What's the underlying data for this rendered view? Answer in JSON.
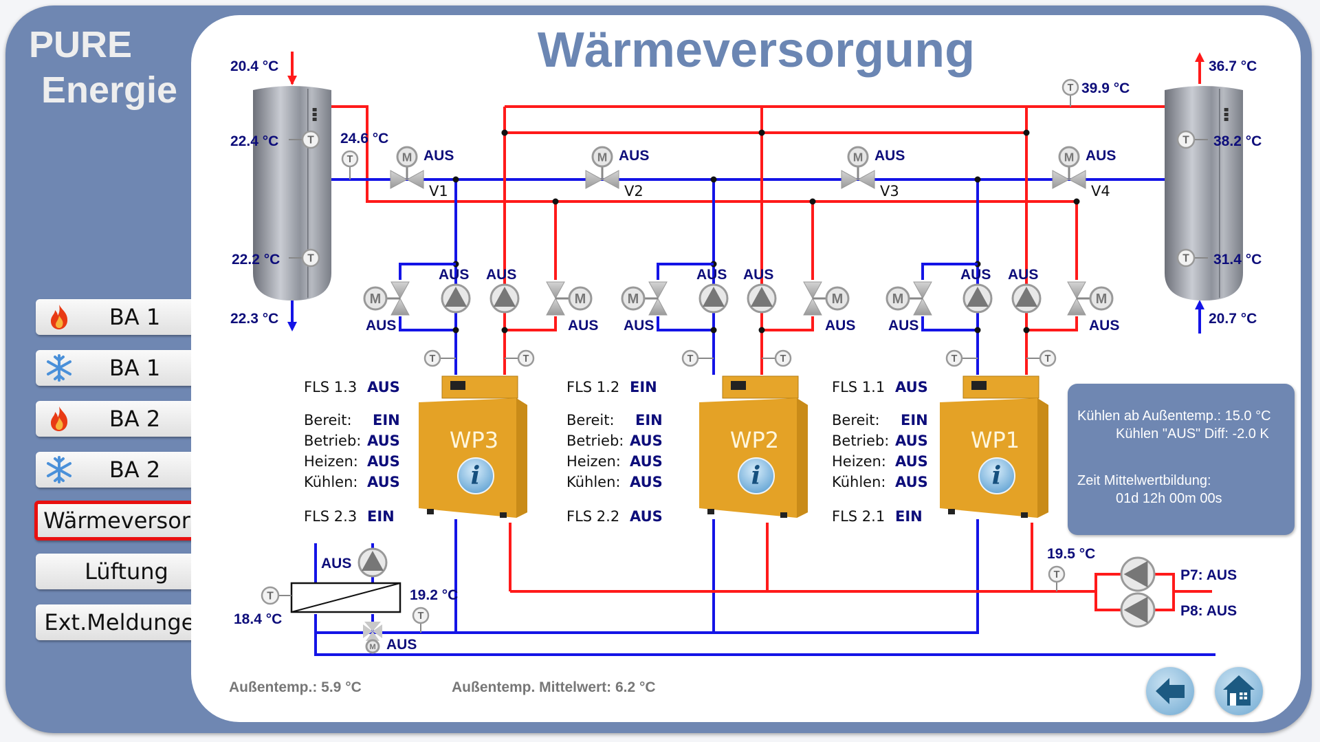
{
  "brand": {
    "line1": "PURE",
    "line2": "Energie"
  },
  "title": "Wärmeversorgung",
  "nav": [
    {
      "label": "BA 1",
      "icon": "fire-icon",
      "active": false
    },
    {
      "label": "BA 1",
      "icon": "snowflake-icon",
      "active": false
    },
    {
      "label": "BA 2",
      "icon": "fire-icon",
      "active": false
    },
    {
      "label": "BA 2",
      "icon": "snowflake-icon",
      "active": false
    },
    {
      "label": "Wärmeversorg.",
      "icon": null,
      "active": true
    },
    {
      "label": "Lüftung",
      "icon": null,
      "active": false
    },
    {
      "label": "Ext.Meldungen",
      "icon": null,
      "active": false
    }
  ],
  "tank_left": {
    "inlet_top": "20.4 °C",
    "sensor_top": "22.4 °C",
    "sensor_bottom": "22.2 °C",
    "outlet_bottom": "22.3 °C",
    "flow_temp": "24.6 °C"
  },
  "tank_right": {
    "outlet_top": "36.7 °C",
    "header_temp": "39.9 °C",
    "sensor_top": "38.2 °C",
    "sensor_bottom": "31.4 °C",
    "inlet_bottom": "20.7 °C"
  },
  "valves": [
    {
      "name": "V1",
      "state": "AUS"
    },
    {
      "name": "V2",
      "state": "AUS"
    },
    {
      "name": "V3",
      "state": "AUS"
    },
    {
      "name": "V4",
      "state": "AUS"
    }
  ],
  "heatpump_groups": [
    {
      "name": "WP3",
      "mixer_cold_state": "AUS",
      "pump_cold_state": "AUS",
      "pump_hot_state": "AUS",
      "mixer_hot_state": "AUS",
      "fls1_label": "FLS 1.3",
      "fls1": "AUS",
      "status": [
        {
          "label": "Bereit:",
          "value": "EIN"
        },
        {
          "label": "Betrieb:",
          "value": "AUS"
        },
        {
          "label": "Heizen:",
          "value": "AUS"
        },
        {
          "label": "Kühlen:",
          "value": "AUS"
        }
      ],
      "fls2_label": "FLS 2.3",
      "fls2": "EIN"
    },
    {
      "name": "WP2",
      "mixer_cold_state": "AUS",
      "pump_cold_state": "AUS",
      "pump_hot_state": "AUS",
      "mixer_hot_state": "AUS",
      "fls1_label": "FLS 1.2",
      "fls1": "EIN",
      "status": [
        {
          "label": "Bereit:",
          "value": "EIN"
        },
        {
          "label": "Betrieb:",
          "value": "AUS"
        },
        {
          "label": "Heizen:",
          "value": "AUS"
        },
        {
          "label": "Kühlen:",
          "value": "AUS"
        }
      ],
      "fls2_label": "FLS 2.2",
      "fls2": "AUS"
    },
    {
      "name": "WP1",
      "mixer_cold_state": "AUS",
      "pump_cold_state": "AUS",
      "pump_hot_state": "AUS",
      "mixer_hot_state": "AUS",
      "fls1_label": "FLS 1.1",
      "fls1": "AUS",
      "status": [
        {
          "label": "Bereit:",
          "value": "EIN"
        },
        {
          "label": "Betrieb:",
          "value": "AUS"
        },
        {
          "label": "Heizen:",
          "value": "AUS"
        },
        {
          "label": "Kühlen:",
          "value": "AUS"
        }
      ],
      "fls2_label": "FLS 2.1",
      "fls2": "EIN"
    }
  ],
  "heat_exchanger": {
    "pump_state": "AUS",
    "valve_state": "AUS",
    "temp_left": "18.4 °C",
    "temp_right": "19.2 °C"
  },
  "return_pumps": {
    "temp": "19.5 °C",
    "p7": "P7: AUS",
    "p8": "P8: AUS"
  },
  "info_box": {
    "line1": "Kühlen ab Außentemp.: 15.0 °C",
    "line2": "Kühlen \"AUS\" Diff: -2.0 K",
    "line3": "Zeit Mittelwertbildung:",
    "line4": "01d 12h 00m 00s"
  },
  "footer": {
    "outside_temp": "Außentemp.: 5.9 °C",
    "outside_avg": "Außentemp. Mittelwert: 6.2 °C"
  },
  "colors": {
    "frame": "#6f87b2",
    "hot_pipe": "#ff1a1a",
    "cold_pipe": "#1414e6",
    "value_text": "#0d0d7a",
    "heatpump": "#e3a022",
    "active_border": "#e81010"
  }
}
